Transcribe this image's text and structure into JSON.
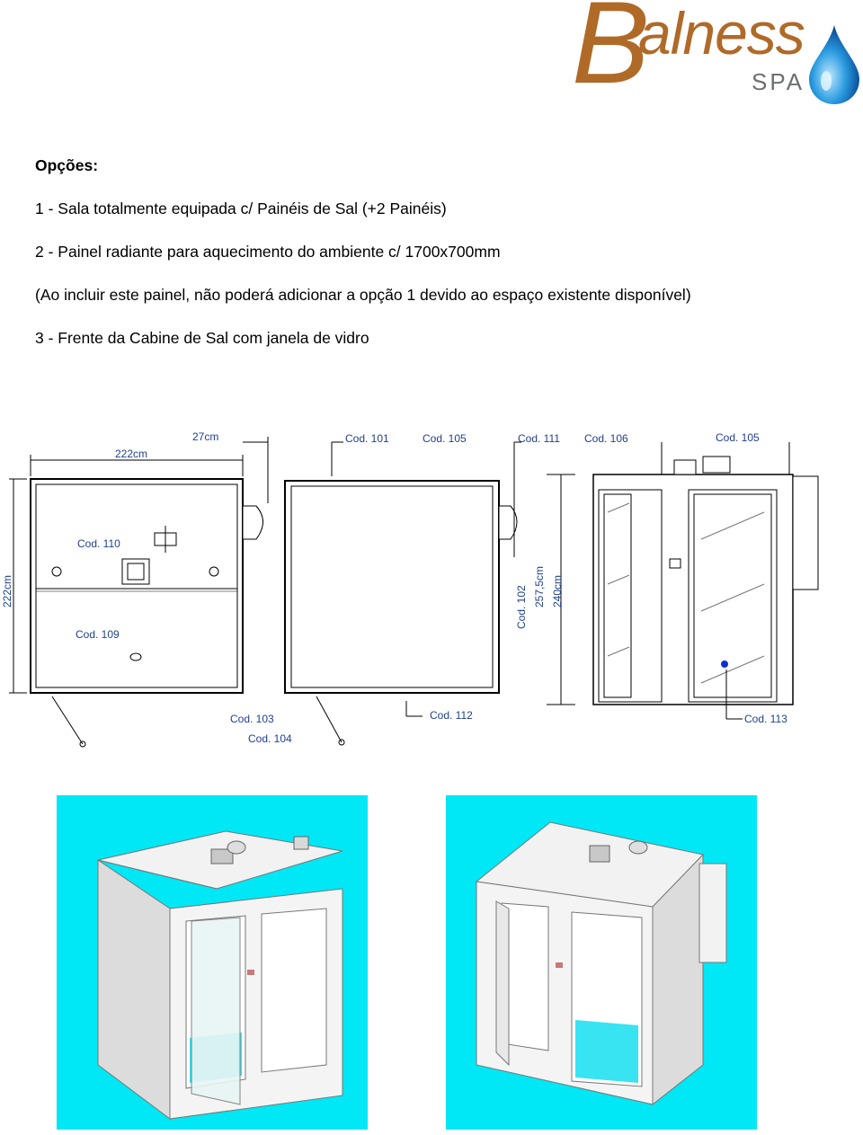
{
  "logo": {
    "letter_b": "B",
    "name_rest": "alness",
    "sub": "SPA",
    "brand_color": "#b06a28",
    "sub_color": "#6d6f72",
    "drop_color": "#1e90d8"
  },
  "options": {
    "heading": "Opções:",
    "items": [
      "1 - Sala totalmente equipada c/ Painéis de Sal (+2 Painéis)",
      "2 - Painel radiante para aquecimento do ambiente c/ 1700x700mm",
      "(Ao incluir este painel, não poderá adicionar a opção 1 devido ao espaço existente disponível)",
      "3 - Frente da Cabine de Sal com janela de vidro"
    ]
  },
  "drawing_labels": {
    "dim_27": "27cm",
    "dim_222_top": "222cm",
    "dim_222_side": "222cm",
    "dim_257": "257,5cm",
    "dim_240": "240cm",
    "cod101": "Cod. 101",
    "cod105a": "Cod. 105",
    "cod111": "Cod. 111",
    "cod106": "Cod. 106",
    "cod105b": "Cod. 105",
    "cod110": "Cod. 110",
    "cod109": "Cod. 109",
    "cod102": "Cod. 102",
    "cod103": "Cod. 103",
    "cod104": "Cod. 104",
    "cod112": "Cod. 112",
    "cod113": "Cod. 113"
  },
  "render_bg": "#00e7f5"
}
